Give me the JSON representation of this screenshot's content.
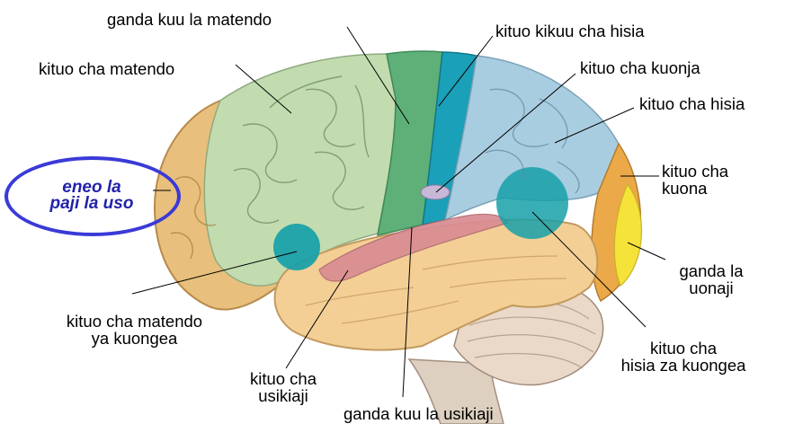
{
  "labels": {
    "premotor": "ganda kuu la matendo",
    "somatosensory": "kituo kikuu cha hisia",
    "motor": "kituo cha matendo",
    "taste": "kituo cha kuonja",
    "sensory": "kituo cha hisia",
    "visual_1": "kituo cha",
    "visual_2": "kuona",
    "prefrontal_1": "eneo la",
    "prefrontal_2": "paji la uso",
    "vis_assoc_1": "ganda la",
    "vis_assoc_2": "uonaji",
    "speech_motor_1": "kituo cha matendo",
    "speech_motor_2": "ya kuongea",
    "speech_sense_1": "kituo cha",
    "speech_sense_2": "hisia za kuongea",
    "hearing_1": "kituo cha",
    "hearing_2": "usikiaji",
    "aud_cortex": "ganda kuu la usikiaji"
  },
  "colors": {
    "frontal": "#e8bf7c",
    "motor": "#c2dcb0",
    "premotor": "#5eb078",
    "somatosensory": "#1aa0b8",
    "parietal": "#a9cde0",
    "occipital": "#eba94a",
    "visual": "#f5e33a",
    "temporal": "#f3cf95",
    "auditory": "#d98c92",
    "speech": "#16a0a8",
    "highlight": "#3a3ad8"
  }
}
